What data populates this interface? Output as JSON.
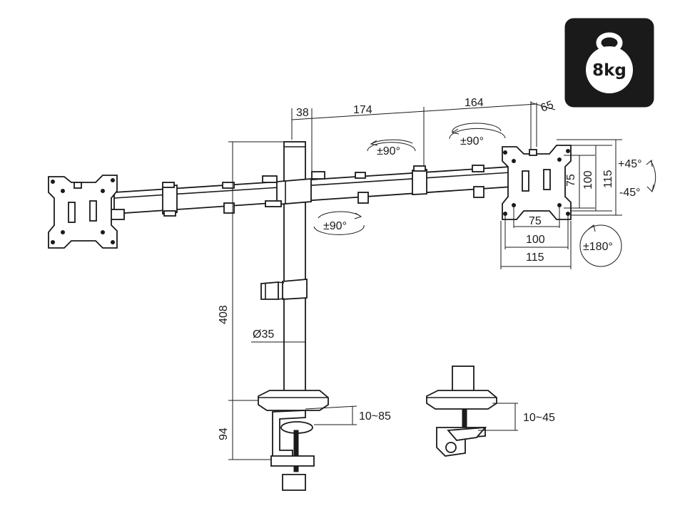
{
  "weight_badge": {
    "label": "8kg",
    "bg_color": "#1a1a1a",
    "weight_color": "#ffffff"
  },
  "arm_dimensions": {
    "pole_offset": "38",
    "first_arm": "174",
    "second_arm": "164",
    "end_offset": "65"
  },
  "rotation_labels": {
    "arm_upper_left": "±90°",
    "arm_upper_right": "±90°",
    "arm_lower": "±90°",
    "tilt_up": "+45°",
    "tilt_down": "-45°",
    "swivel": "±180°"
  },
  "vesa": {
    "h_75": "75",
    "h_100": "100",
    "h_115": "115",
    "v_75": "75",
    "v_100": "100",
    "v_115": "115"
  },
  "pole": {
    "height": "408",
    "diameter": "Ø35",
    "clamp_height": "94"
  },
  "clamp_ranges": {
    "standard_clamp": "10~85",
    "alternate_clamp": "10~45"
  }
}
